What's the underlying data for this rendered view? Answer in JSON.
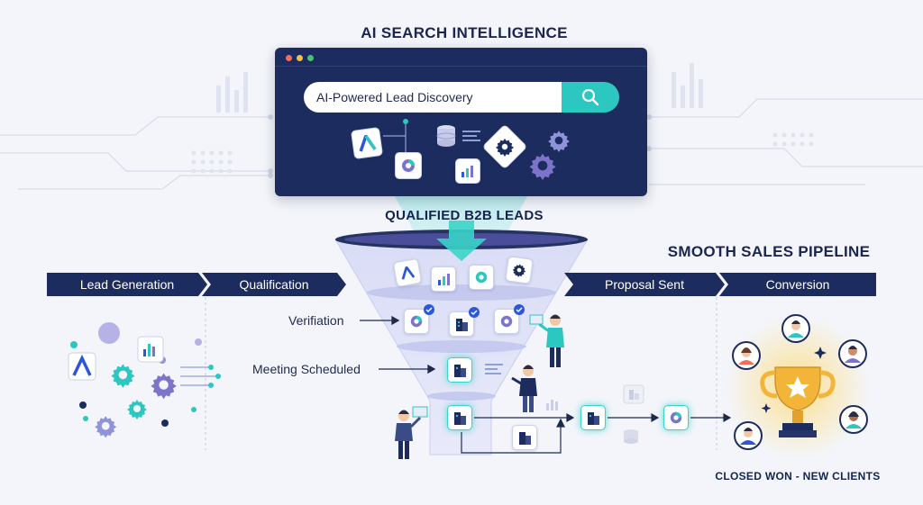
{
  "header": {
    "title": "AI SEARCH INTELLIGENCE",
    "leads_label": "QUALIFIED B2B LEADS",
    "pipeline_title": "SMOOTH SALES PIPELINE",
    "closed_label": "CLOSED WON - NEW CLIENTS"
  },
  "search": {
    "query": "AI-Powered Lead Discovery"
  },
  "stages": [
    {
      "label": "Lead Generation"
    },
    {
      "label": "Qualification"
    },
    {
      "label": "Proposal Sent"
    },
    {
      "label": "Conversion"
    }
  ],
  "steps": {
    "verification": "Verifiation",
    "meeting": "Meeting Scheduled"
  },
  "colors": {
    "navy": "#1d2c5e",
    "teal": "#2cc7c0",
    "gold": "#f2b53a",
    "purple": "#7b74c9",
    "background": "#f3f5fa"
  },
  "icons": [
    "search-icon",
    "gear-icon",
    "chart-icon",
    "database-icon",
    "building-icon",
    "trophy-icon",
    "person-icon",
    "check-icon",
    "pie-icon",
    "logo-a-icon"
  ]
}
